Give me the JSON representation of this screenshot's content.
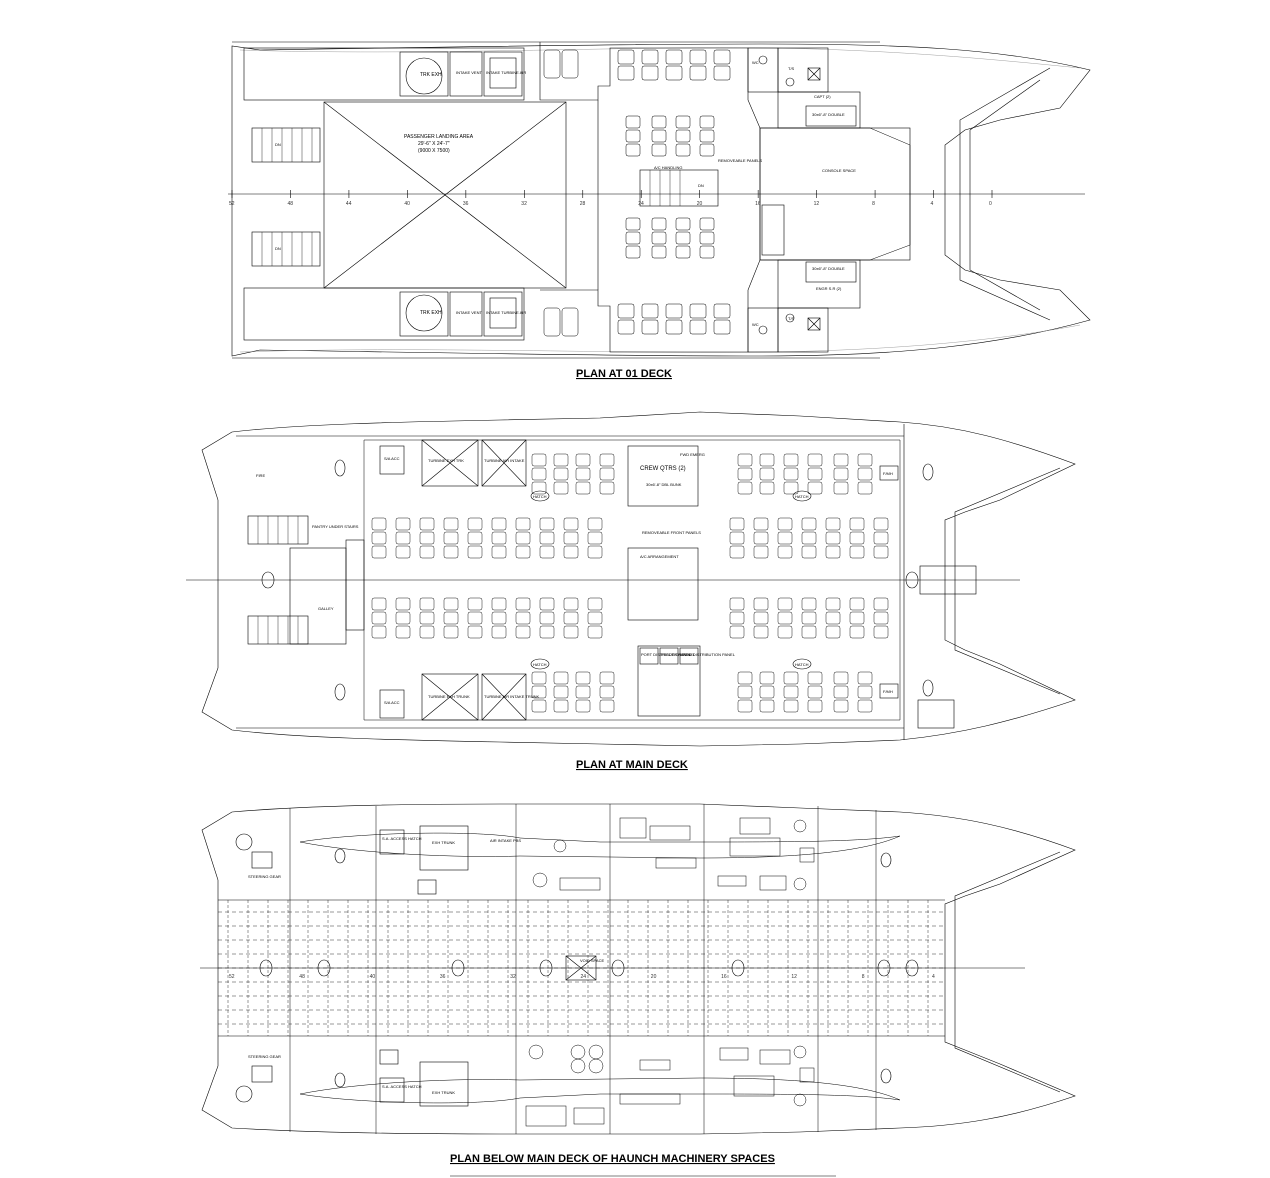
{
  "titles": {
    "deck01": "PLAN AT 01 DECK",
    "main": "PLAN AT MAIN DECK",
    "below": "PLAN BELOW MAIN DECK OF HAUNCH MACHINERY SPACES"
  },
  "frame_numbers_01": [
    "52",
    "48",
    "44",
    "40",
    "36",
    "32",
    "28",
    "24",
    "20",
    "16",
    "12",
    "8",
    "4",
    "0"
  ],
  "frame_numbers_below": [
    "52",
    "48",
    "40",
    "36",
    "32",
    "24",
    "20",
    "16",
    "12",
    "8",
    "4"
  ],
  "deck01": {
    "pax_landing": "PASSENGER LANDING AREA",
    "pax_landing_dim": "29'-6\" X 24'-7\"",
    "pax_landing_mm": "(9000 X 7500)",
    "trk_exh": "TRK EXH",
    "intake_vent": "INTAKE VENT",
    "intake_turbine_air": "INTAKE TURBINE AIR",
    "dn": "DN",
    "ac_handling": "A/C HANDLING",
    "removable_panels": "REMOVEABLE PANELS",
    "wc": "WC",
    "ts": "T/S",
    "capt": "CAPT (2)",
    "double": "30x6\"-8\" DOUBLE",
    "engr": "ENGR S.R (2)",
    "console": "CONSOLE SPACE"
  },
  "main": {
    "crew_qtrs": "CREW QTRS (2)",
    "dbl_bunk": "30x6'-8\" DBL BUNK",
    "removable_front": "REMOVEABLE FRONT PANELS",
    "ac_arrangement": "A/C ARRANGEMENT",
    "turbine_exh_trk": "TURBINE EXH TRK",
    "turbine_air_intake": "TURBINE AIR INTAKE",
    "turbine_air_intake_trunk": "TURBINE AIR INTAKE TRUNK",
    "turbine_exh_trunk": "TURBINE EXH TRUNK",
    "sa_acc": "S/A ACC",
    "hatch": "HATCH",
    "galley": "GALLEY",
    "pantry": "PANTRY UNDER STAIRS",
    "fmh": "F/MH",
    "fire": "FIRE",
    "fwd_emer": "FWD EMERG",
    "port": "PORT DISTRIBUTION PANEL",
    "stbd": "STBD DISTRIBUTION PANEL",
    "feeder": "FEEDER PANEL"
  },
  "below": {
    "steering_gear": "STEERING GEAR",
    "sa_access": "S.A. ACCESS HATCH",
    "exh_trunk": "EXH TRUNK",
    "air_intake": "AIR INTAKE PBS",
    "void": "VOID SPACE"
  }
}
